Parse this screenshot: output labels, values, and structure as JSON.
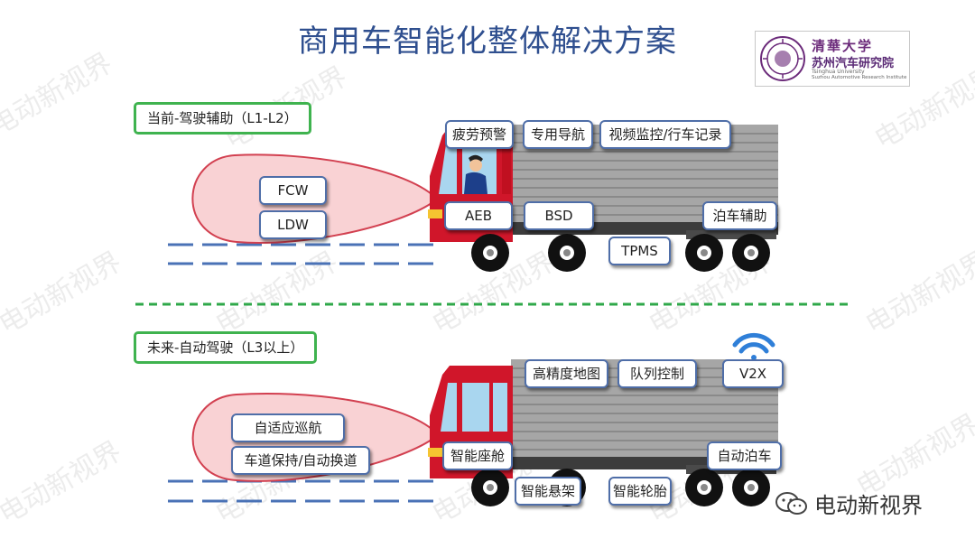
{
  "title": "商用车智能化整体解决方案",
  "logo": {
    "line1": "清華大学",
    "line2": "苏州汽车研究院",
    "line3": "Tsinghua University",
    "line4": "Suzhou Automotive Research Institute"
  },
  "watermark": "电动新视界",
  "brand": "电动新视界",
  "current": {
    "label": "当前-驾驶辅助（L1-L2）",
    "tags": {
      "fcw": "FCW",
      "ldw": "LDW",
      "fatigue": "疲劳预警",
      "navigation": "专用导航",
      "monitor": "视频监控/行车记录",
      "aeb": "AEB",
      "bsd": "BSD",
      "parking": "泊车辅助",
      "tpms": "TPMS"
    }
  },
  "future": {
    "label": "未来-自动驾驶（L3以上）",
    "tags": {
      "acc": "自适应巡航",
      "lane": "车道保持/自动换道",
      "hdmap": "高精度地图",
      "platoon": "队列控制",
      "v2x": "V2X",
      "cockpit": "智能座舱",
      "autopark": "自动泊车",
      "suspension": "智能悬架",
      "tire": "智能轮胎"
    }
  },
  "colors": {
    "title": "#2f4f8f",
    "section_border": "#3fb34f",
    "divider": "#2fa84a",
    "tag_border": "#4f6ea8",
    "cab": "#d0162a",
    "cone_fill": "#f9d2d4",
    "cone_stroke": "#d24050",
    "trailer": "#9c9c9c",
    "lane": "#4a72b6",
    "wifi": "#2f7fd8"
  }
}
